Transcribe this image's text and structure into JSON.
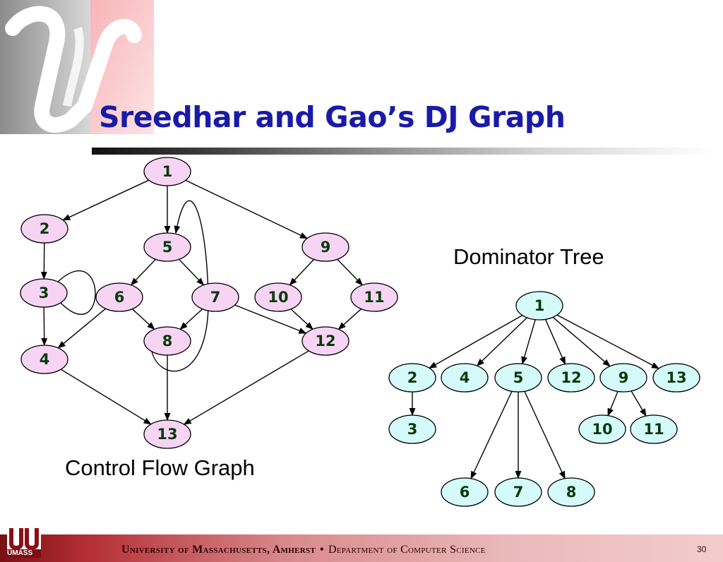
{
  "title": "Sreedhar and Gao’s DJ Graph",
  "captions": {
    "cfg": "Control Flow Graph",
    "dom": "Dominator Tree"
  },
  "footer": {
    "university": "University of Massachusetts, Amherst",
    "separator": "•",
    "department": "Department of Computer Science",
    "logo_text": "UMASS",
    "page": "30"
  },
  "colors": {
    "title": "#1a1aa8",
    "cfg_node_fill": "#f7d4f4",
    "dom_node_fill": "#d4fafa",
    "node_stroke": "#000000",
    "node_label": "#0a3a0a"
  },
  "cfg": {
    "nodes": [
      {
        "id": "1",
        "label": "1"
      },
      {
        "id": "2",
        "label": "2"
      },
      {
        "id": "3",
        "label": "3"
      },
      {
        "id": "4",
        "label": "4"
      },
      {
        "id": "5",
        "label": "5"
      },
      {
        "id": "6",
        "label": "6"
      },
      {
        "id": "7",
        "label": "7"
      },
      {
        "id": "8",
        "label": "8"
      },
      {
        "id": "9",
        "label": "9"
      },
      {
        "id": "10",
        "label": "10"
      },
      {
        "id": "11",
        "label": "11"
      },
      {
        "id": "12",
        "label": "12"
      },
      {
        "id": "13",
        "label": "13"
      }
    ],
    "edges": [
      {
        "from": "1",
        "to": "2"
      },
      {
        "from": "1",
        "to": "5"
      },
      {
        "from": "1",
        "to": "9"
      },
      {
        "from": "2",
        "to": "3"
      },
      {
        "from": "3",
        "to": "4"
      },
      {
        "from": "3",
        "to": "3"
      },
      {
        "from": "4",
        "to": "13"
      },
      {
        "from": "5",
        "to": "6"
      },
      {
        "from": "5",
        "to": "7"
      },
      {
        "from": "6",
        "to": "4"
      },
      {
        "from": "6",
        "to": "8"
      },
      {
        "from": "7",
        "to": "8"
      },
      {
        "from": "7",
        "to": "12"
      },
      {
        "from": "8",
        "to": "13"
      },
      {
        "from": "8",
        "to": "5"
      },
      {
        "from": "9",
        "to": "10"
      },
      {
        "from": "9",
        "to": "11"
      },
      {
        "from": "10",
        "to": "12"
      },
      {
        "from": "11",
        "to": "12"
      },
      {
        "from": "12",
        "to": "13"
      }
    ]
  },
  "dom": {
    "nodes": [
      {
        "id": "1",
        "label": "1"
      },
      {
        "id": "2",
        "label": "2"
      },
      {
        "id": "4",
        "label": "4"
      },
      {
        "id": "5",
        "label": "5"
      },
      {
        "id": "12",
        "label": "12"
      },
      {
        "id": "9",
        "label": "9"
      },
      {
        "id": "13",
        "label": "13"
      },
      {
        "id": "3",
        "label": "3"
      },
      {
        "id": "10",
        "label": "10"
      },
      {
        "id": "11",
        "label": "11"
      },
      {
        "id": "6",
        "label": "6"
      },
      {
        "id": "7",
        "label": "7"
      },
      {
        "id": "8",
        "label": "8"
      }
    ],
    "edges": [
      {
        "from": "1",
        "to": "2"
      },
      {
        "from": "1",
        "to": "4"
      },
      {
        "from": "1",
        "to": "5"
      },
      {
        "from": "1",
        "to": "12"
      },
      {
        "from": "1",
        "to": "9"
      },
      {
        "from": "1",
        "to": "13"
      },
      {
        "from": "2",
        "to": "3"
      },
      {
        "from": "9",
        "to": "10"
      },
      {
        "from": "9",
        "to": "11"
      },
      {
        "from": "5",
        "to": "6"
      },
      {
        "from": "5",
        "to": "7"
      },
      {
        "from": "5",
        "to": "8"
      }
    ]
  }
}
